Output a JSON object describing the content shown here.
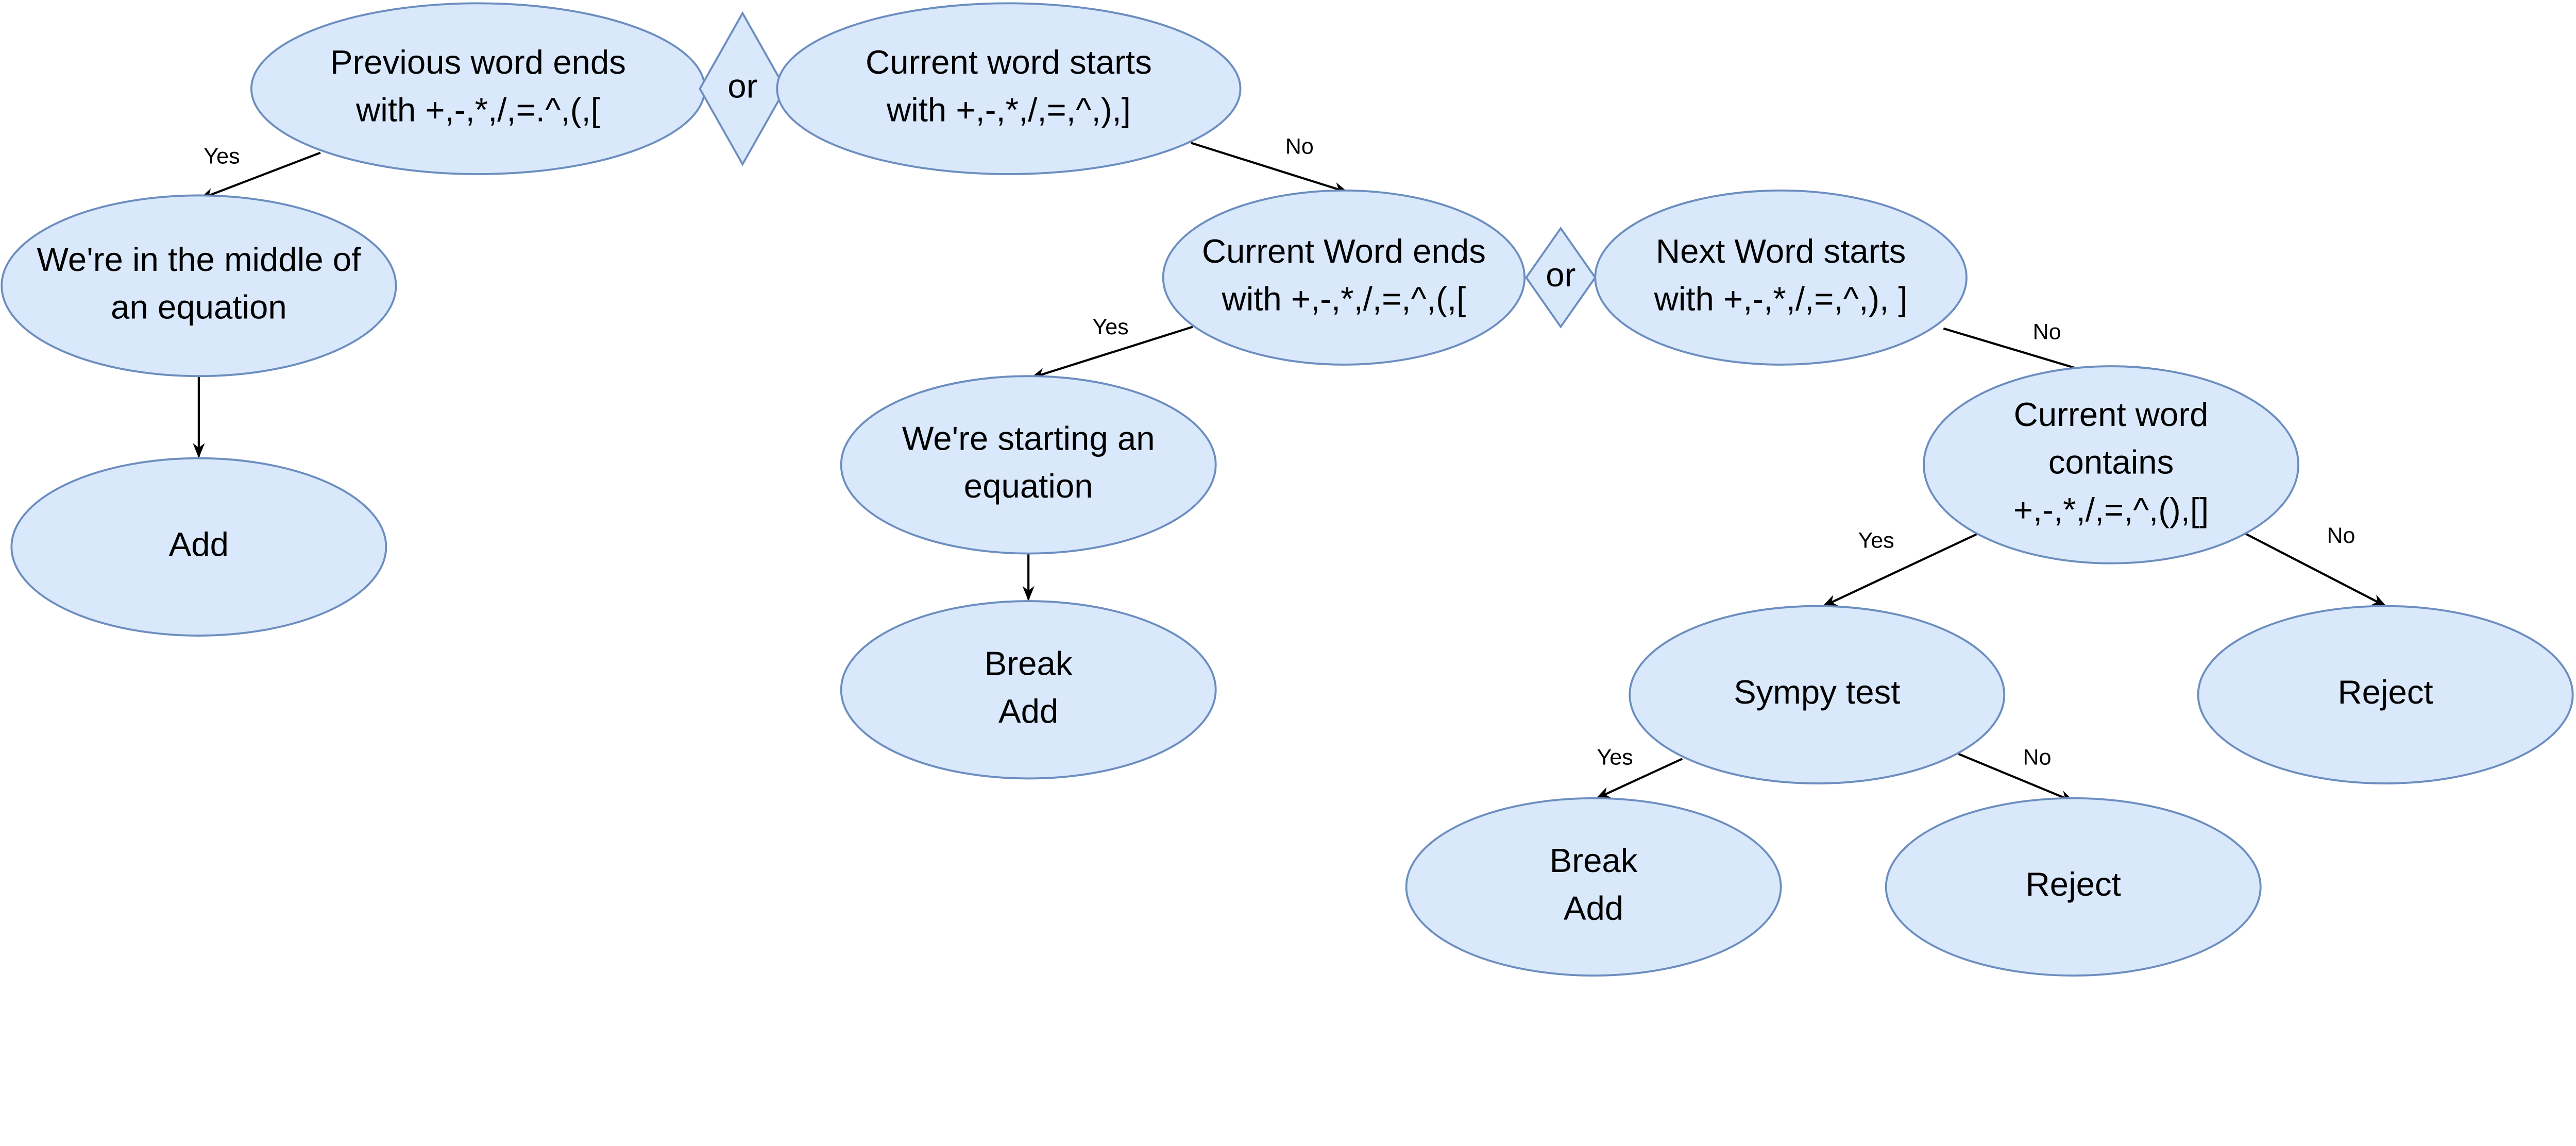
{
  "colors": {
    "node_fill": "#dae8fc",
    "node_stroke": "#6c8ebf",
    "edge": "#000000"
  },
  "nodes": [
    {
      "id": "prev-word-ends",
      "shape": "ellipse",
      "lines": [
        "Previous word ends",
        "with +,-,*,/,=.^,(,["
      ]
    },
    {
      "id": "or-1",
      "shape": "diamond",
      "lines": [
        "or"
      ]
    },
    {
      "id": "current-word-starts",
      "shape": "ellipse",
      "lines": [
        "Current word  starts",
        "with  +,-,*,/,=,^,),]"
      ]
    },
    {
      "id": "middle-of-equation",
      "shape": "ellipse",
      "lines": [
        "We're in the middle of",
        "an equation"
      ]
    },
    {
      "id": "add",
      "shape": "ellipse",
      "lines": [
        "Add"
      ]
    },
    {
      "id": "current-word-ends",
      "shape": "ellipse",
      "lines": [
        "Current Word ends",
        "with +,-,*,/,=,^,(,["
      ]
    },
    {
      "id": "or-2",
      "shape": "diamond",
      "lines": [
        "or"
      ]
    },
    {
      "id": "next-word-starts",
      "shape": "ellipse",
      "lines": [
        "Next Word starts",
        "with +,-,*,/,=,^,), ]"
      ]
    },
    {
      "id": "starting-equation",
      "shape": "ellipse",
      "lines": [
        "We're starting an",
        "equation"
      ]
    },
    {
      "id": "break-add-1",
      "shape": "ellipse",
      "lines": [
        "Break",
        "Add"
      ]
    },
    {
      "id": "current-word-contains",
      "shape": "ellipse",
      "lines": [
        "Current word",
        "contains",
        "+,-,*,/,=,^,(),[]"
      ]
    },
    {
      "id": "sympy-test",
      "shape": "ellipse",
      "lines": [
        "Sympy test"
      ]
    },
    {
      "id": "reject-1",
      "shape": "ellipse",
      "lines": [
        "Reject"
      ]
    },
    {
      "id": "break-add-2",
      "shape": "ellipse",
      "lines": [
        "Break",
        "Add"
      ]
    },
    {
      "id": "reject-2",
      "shape": "ellipse",
      "lines": [
        "Reject"
      ]
    }
  ],
  "edges": [
    {
      "from": "prev-word-ends",
      "to": "middle-of-equation",
      "label": "Yes"
    },
    {
      "from": "current-word-starts",
      "to": "current-word-ends",
      "label": "No"
    },
    {
      "from": "middle-of-equation",
      "to": "add",
      "label": ""
    },
    {
      "from": "current-word-ends",
      "to": "starting-equation",
      "label": "Yes"
    },
    {
      "from": "next-word-starts",
      "to": "current-word-contains",
      "label": "No"
    },
    {
      "from": "starting-equation",
      "to": "break-add-1",
      "label": ""
    },
    {
      "from": "current-word-contains",
      "to": "sympy-test",
      "label": "Yes"
    },
    {
      "from": "current-word-contains",
      "to": "reject-1",
      "label": "No"
    },
    {
      "from": "sympy-test",
      "to": "break-add-2",
      "label": "Yes"
    },
    {
      "from": "sympy-test",
      "to": "reject-2",
      "label": "No"
    }
  ]
}
